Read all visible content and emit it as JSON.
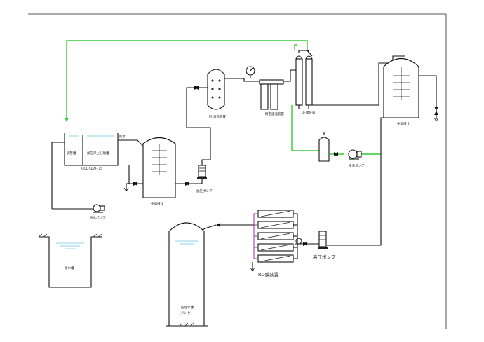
{
  "labels": {
    "adjust_tank": "調整槽",
    "pressure_tank": "加圧浮上分離槽",
    "qcl": "QCL-SDAF/75",
    "treated_water": "処水",
    "sand_filter": "砂 濾過装置",
    "safety_filter": "精密濾過装置",
    "uf_unit": "UF膜装置",
    "mid_tank_1": "中間槽 1",
    "mid_tank_1b": "中間槽 1",
    "mid_tank_2": "中間槽 2",
    "pressure_pump": "加圧ポンプ",
    "backwash_pump": "逆洗ポンプ",
    "raw_pump": "原水ポンプ",
    "raw_pit": "原水槽",
    "high_pressure_pump": "高圧ポンプ",
    "ro_unit": "RO膜装置",
    "product_tank_l1": "処理水槽",
    "product_tank_l2": "(タンク)"
  },
  "colors": {
    "line": "#111111",
    "green_line": "#33cc33",
    "ro_line": "#b05fb8",
    "water": "#8fd3e8"
  }
}
